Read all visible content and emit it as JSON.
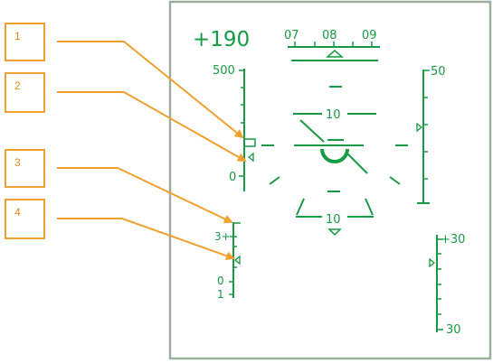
{
  "callouts": [
    {
      "number": "1"
    },
    {
      "number": "2"
    },
    {
      "number": "3"
    },
    {
      "number": "4"
    }
  ],
  "hud": {
    "airspeed_readout": "+190",
    "heading_tape": {
      "labels": [
        "07",
        "08",
        "09"
      ]
    },
    "altitude_scale": {
      "top_label": "500",
      "bottom_label": "0"
    },
    "pitch_ladder": {
      "upper_label": "10",
      "lower_label": "10"
    },
    "right_scale": {
      "top_label": "50"
    },
    "small_scale": {
      "labels": [
        "3+",
        "0",
        "1"
      ]
    },
    "roll_scale": {
      "top_label": "+30",
      "bottom_label": "30"
    }
  },
  "colors": {
    "hud_green": "#169A44",
    "callout_orange": "#F0A030",
    "frame_gray": "#9AB09A"
  }
}
